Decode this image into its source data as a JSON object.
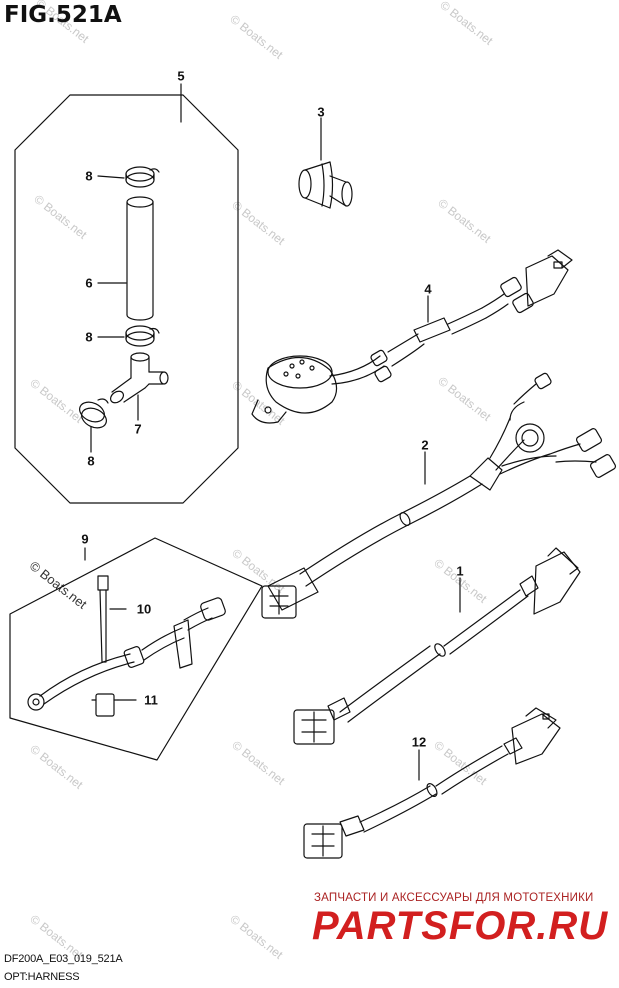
{
  "figure": {
    "title": "FIG.521A",
    "model_code": "DF200A_E03_019_521A",
    "section": "OPT:HARNESS"
  },
  "watermark": {
    "text": "© Boats.net",
    "emphasized_text": "© Boats.net"
  },
  "callouts": [
    {
      "id": "5",
      "label": "5"
    },
    {
      "id": "3",
      "label": "3"
    },
    {
      "id": "8a",
      "label": "8"
    },
    {
      "id": "6",
      "label": "6"
    },
    {
      "id": "8b",
      "label": "8"
    },
    {
      "id": "4",
      "label": "4"
    },
    {
      "id": "7",
      "label": "7"
    },
    {
      "id": "8c",
      "label": "8"
    },
    {
      "id": "2",
      "label": "2"
    },
    {
      "id": "9",
      "label": "9"
    },
    {
      "id": "10",
      "label": "10"
    },
    {
      "id": "1",
      "label": "1"
    },
    {
      "id": "11",
      "label": "11"
    },
    {
      "id": "12",
      "label": "12"
    }
  ],
  "shop": {
    "tagline": "ЗАПЧАСТИ И АКСЕССУАРЫ ДЛЯ МОТОТЕХНИКИ",
    "logo": "PARTSFOR.RU"
  }
}
